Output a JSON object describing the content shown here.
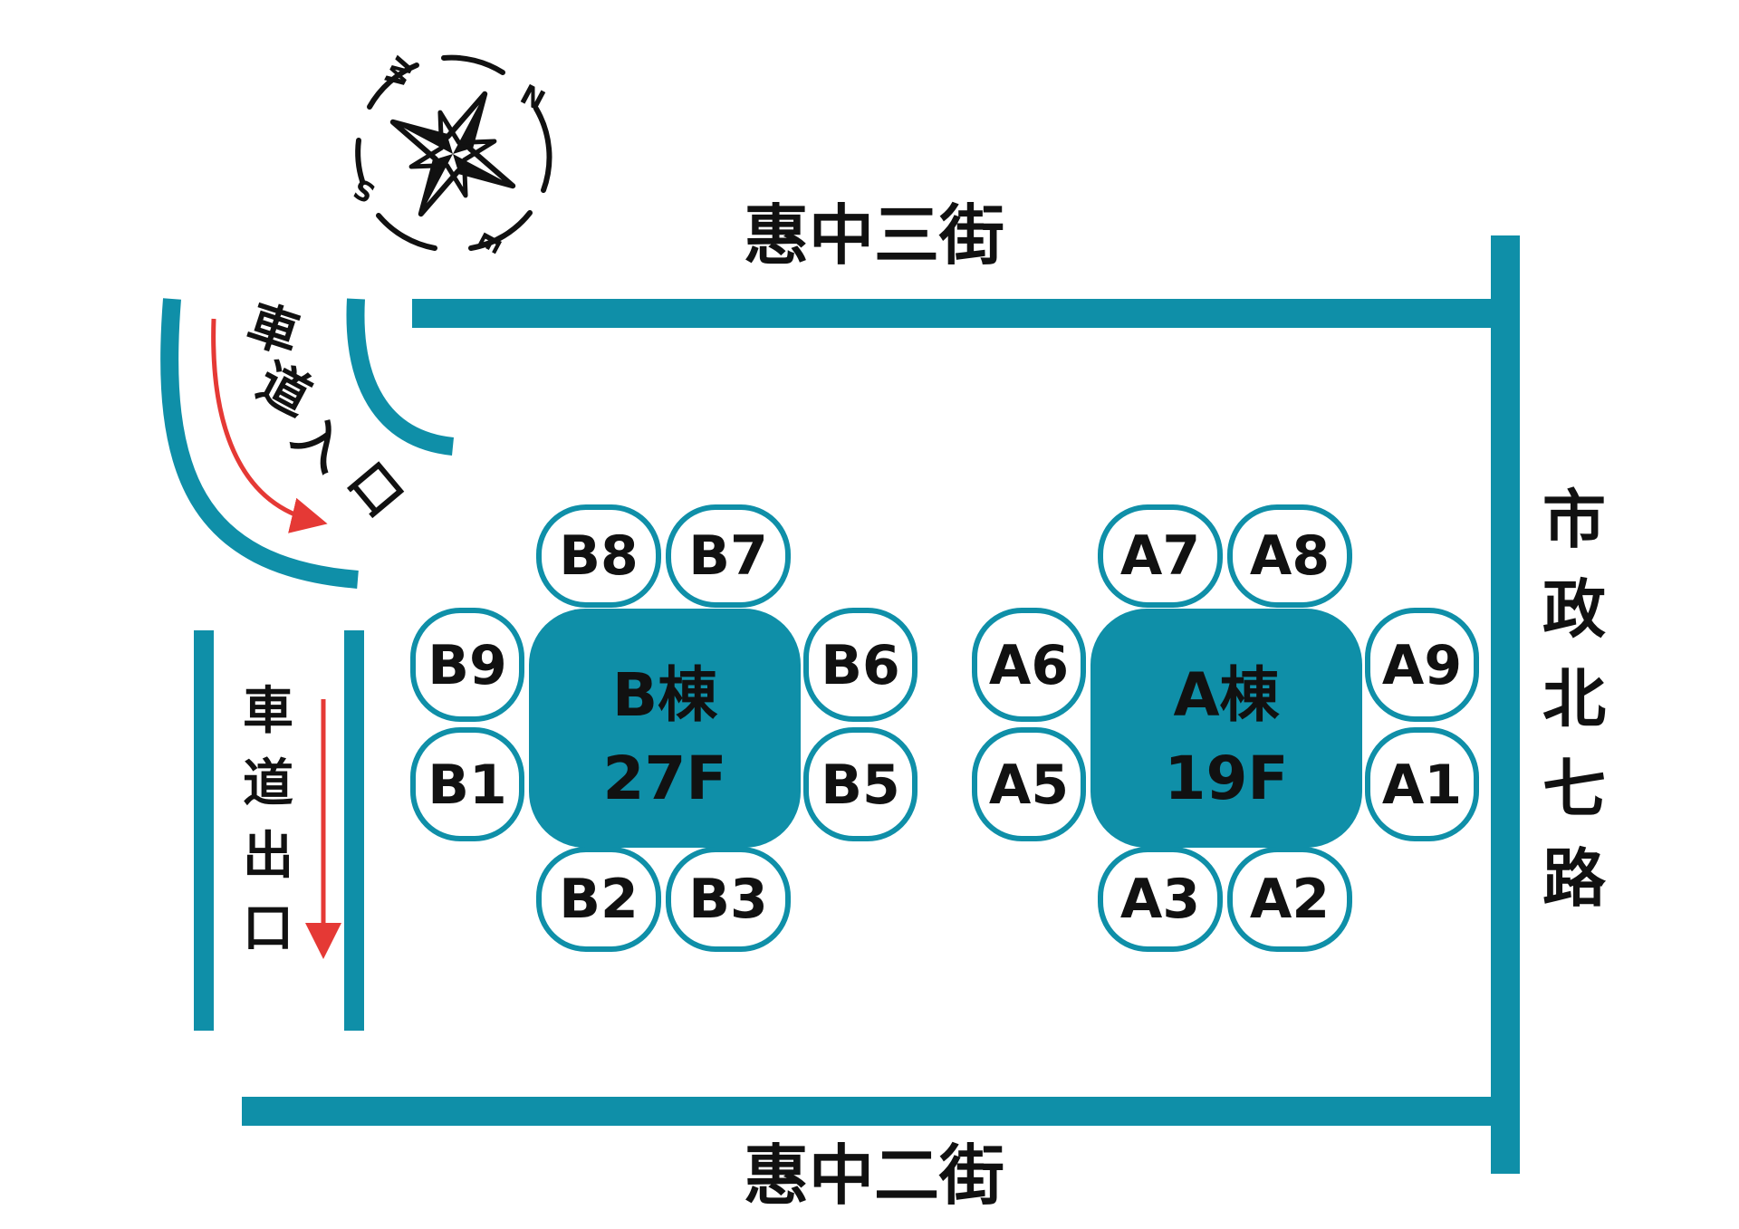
{
  "colors": {
    "road": "#0f8fa8",
    "building": "#0f8fa8",
    "unit_border": "#0f8fa8",
    "arrow": "#e53935",
    "text": "#111111"
  },
  "roads": {
    "north": "惠中三街",
    "south": "惠中二街",
    "east": [
      "市",
      "政",
      "北",
      "七",
      "路"
    ]
  },
  "driveway": {
    "entrance": [
      "車",
      "道",
      "入",
      "口"
    ],
    "exit": [
      "車",
      "道",
      "出",
      "口"
    ]
  },
  "compass": {
    "icon": "compass-rose-icon",
    "n": "N",
    "e": "E",
    "s": "S",
    "w": "W"
  },
  "building_b": {
    "name": "B棟",
    "floors": "27F",
    "units": {
      "top_left": "B8",
      "top_right": "B7",
      "left_top": "B9",
      "left_bottom": "B1",
      "right_top": "B6",
      "right_bottom": "B5",
      "bottom_left": "B2",
      "bottom_right": "B3"
    }
  },
  "building_a": {
    "name": "A棟",
    "floors": "19F",
    "units": {
      "top_left": "A7",
      "top_right": "A8",
      "left_top": "A6",
      "left_bottom": "A5",
      "right_top": "A9",
      "right_bottom": "A1",
      "bottom_left": "A3",
      "bottom_right": "A2"
    }
  }
}
